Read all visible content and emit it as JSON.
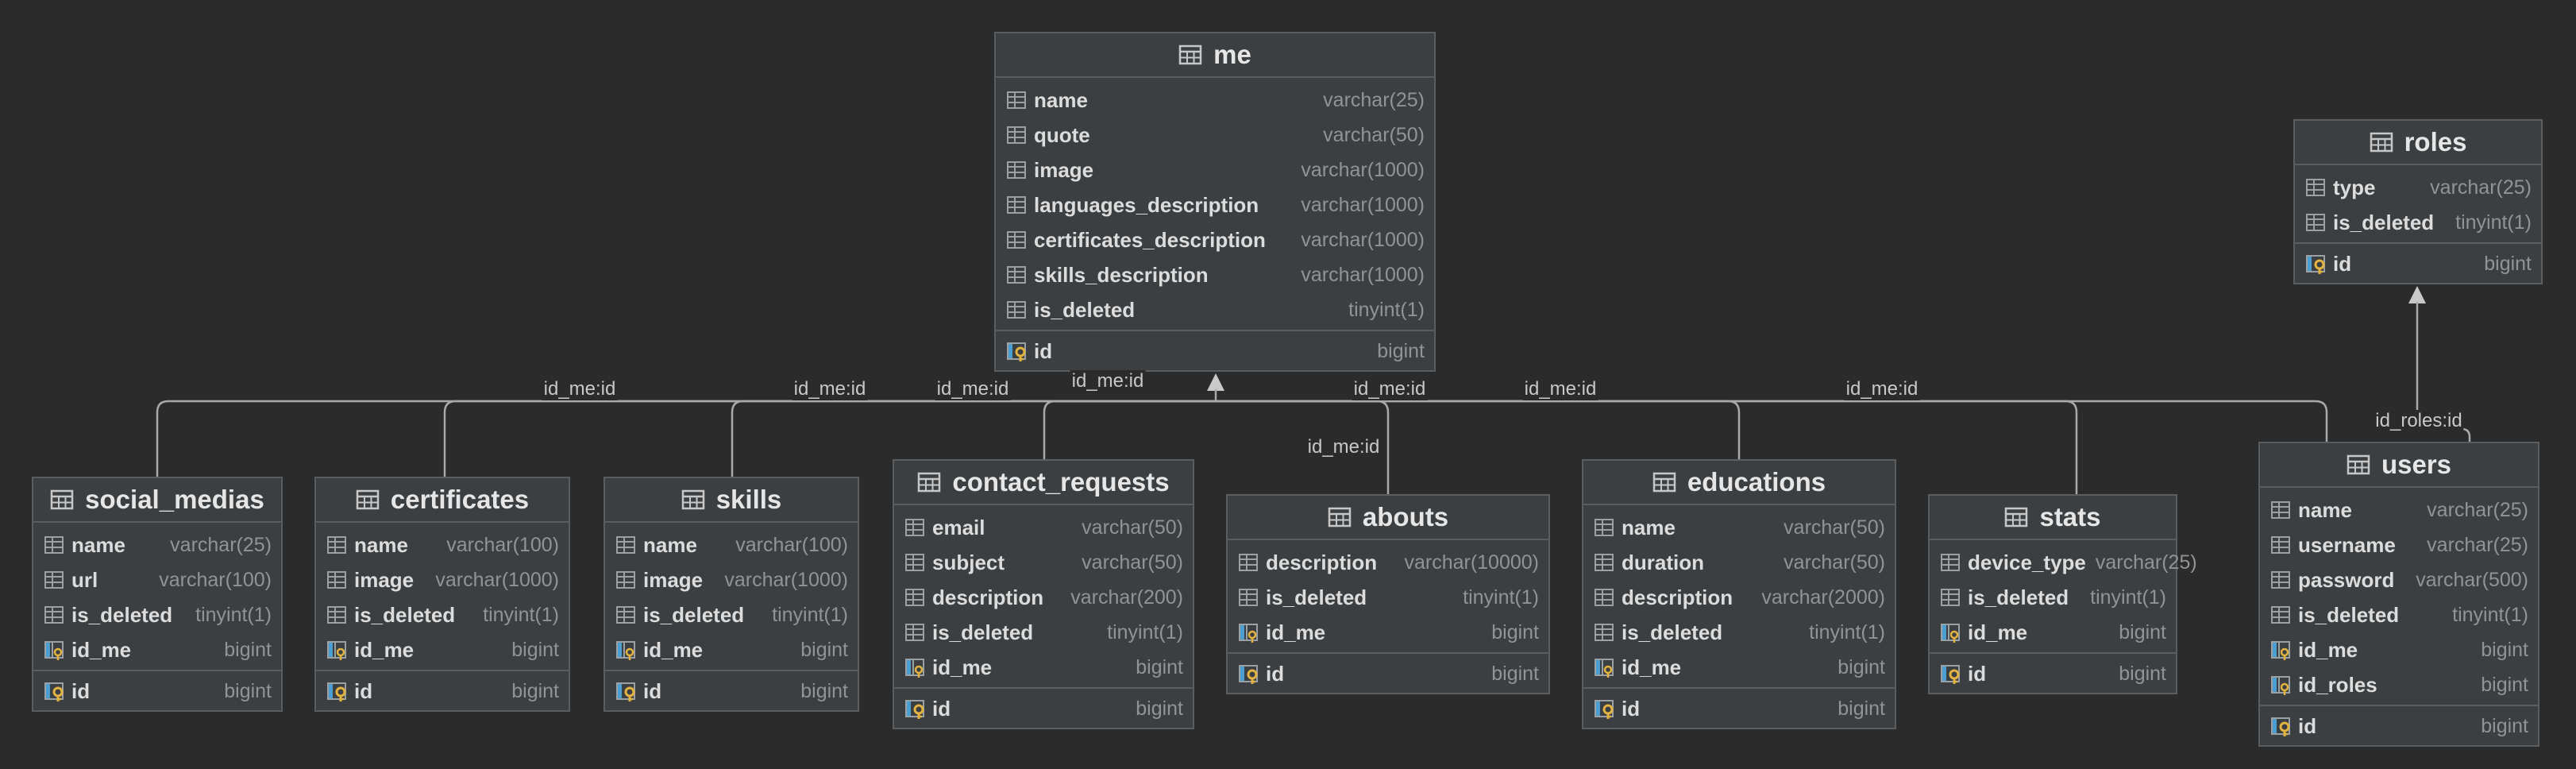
{
  "icons": {
    "table": "table-grid-icon",
    "column": "column-icon",
    "foreign_key": "foreign-key-column-icon",
    "primary_key": "primary-key-icon"
  },
  "colors": {
    "background": "#2b2b2b",
    "table_bg": "#3c3f41",
    "border": "#5a5e61",
    "key_blue": "#4a9fd0",
    "key_gold": "#e3b341",
    "line": "#a9a9a9"
  },
  "tables": [
    {
      "id": "me",
      "title": "me",
      "columns": [
        {
          "name": "name",
          "type": "varchar(25)",
          "kind": "col"
        },
        {
          "name": "quote",
          "type": "varchar(50)",
          "kind": "col"
        },
        {
          "name": "image",
          "type": "varchar(1000)",
          "kind": "col"
        },
        {
          "name": "languages_description",
          "type": "varchar(1000)",
          "kind": "col"
        },
        {
          "name": "certificates_description",
          "type": "varchar(1000)",
          "kind": "col"
        },
        {
          "name": "skills_description",
          "type": "varchar(1000)",
          "kind": "col"
        },
        {
          "name": "is_deleted",
          "type": "tinyint(1)",
          "kind": "col"
        }
      ],
      "keys": [
        {
          "name": "id",
          "type": "bigint",
          "kind": "pk"
        }
      ]
    },
    {
      "id": "roles",
      "title": "roles",
      "columns": [
        {
          "name": "type",
          "type": "varchar(25)",
          "kind": "col"
        },
        {
          "name": "is_deleted",
          "type": "tinyint(1)",
          "kind": "col"
        }
      ],
      "keys": [
        {
          "name": "id",
          "type": "bigint",
          "kind": "pk"
        }
      ]
    },
    {
      "id": "social_medias",
      "title": "social_medias",
      "columns": [
        {
          "name": "name",
          "type": "varchar(25)",
          "kind": "col"
        },
        {
          "name": "url",
          "type": "varchar(100)",
          "kind": "col"
        },
        {
          "name": "is_deleted",
          "type": "tinyint(1)",
          "kind": "col"
        },
        {
          "name": "id_me",
          "type": "bigint",
          "kind": "fk"
        }
      ],
      "keys": [
        {
          "name": "id",
          "type": "bigint",
          "kind": "pk"
        }
      ]
    },
    {
      "id": "certificates",
      "title": "certificates",
      "columns": [
        {
          "name": "name",
          "type": "varchar(100)",
          "kind": "col"
        },
        {
          "name": "image",
          "type": "varchar(1000)",
          "kind": "col"
        },
        {
          "name": "is_deleted",
          "type": "tinyint(1)",
          "kind": "col"
        },
        {
          "name": "id_me",
          "type": "bigint",
          "kind": "fk"
        }
      ],
      "keys": [
        {
          "name": "id",
          "type": "bigint",
          "kind": "pk"
        }
      ]
    },
    {
      "id": "skills",
      "title": "skills",
      "columns": [
        {
          "name": "name",
          "type": "varchar(100)",
          "kind": "col"
        },
        {
          "name": "image",
          "type": "varchar(1000)",
          "kind": "col"
        },
        {
          "name": "is_deleted",
          "type": "tinyint(1)",
          "kind": "col"
        },
        {
          "name": "id_me",
          "type": "bigint",
          "kind": "fk"
        }
      ],
      "keys": [
        {
          "name": "id",
          "type": "bigint",
          "kind": "pk"
        }
      ]
    },
    {
      "id": "contact_requests",
      "title": "contact_requests",
      "columns": [
        {
          "name": "email",
          "type": "varchar(50)",
          "kind": "col"
        },
        {
          "name": "subject",
          "type": "varchar(50)",
          "kind": "col"
        },
        {
          "name": "description",
          "type": "varchar(200)",
          "kind": "col"
        },
        {
          "name": "is_deleted",
          "type": "tinyint(1)",
          "kind": "col"
        },
        {
          "name": "id_me",
          "type": "bigint",
          "kind": "fk"
        }
      ],
      "keys": [
        {
          "name": "id",
          "type": "bigint",
          "kind": "pk"
        }
      ]
    },
    {
      "id": "abouts",
      "title": "abouts",
      "columns": [
        {
          "name": "description",
          "type": "varchar(10000)",
          "kind": "col"
        },
        {
          "name": "is_deleted",
          "type": "tinyint(1)",
          "kind": "col"
        },
        {
          "name": "id_me",
          "type": "bigint",
          "kind": "fk"
        }
      ],
      "keys": [
        {
          "name": "id",
          "type": "bigint",
          "kind": "pk"
        }
      ]
    },
    {
      "id": "educations",
      "title": "educations",
      "columns": [
        {
          "name": "name",
          "type": "varchar(50)",
          "kind": "col"
        },
        {
          "name": "duration",
          "type": "varchar(50)",
          "kind": "col"
        },
        {
          "name": "description",
          "type": "varchar(2000)",
          "kind": "col"
        },
        {
          "name": "is_deleted",
          "type": "tinyint(1)",
          "kind": "col"
        },
        {
          "name": "id_me",
          "type": "bigint",
          "kind": "fk"
        }
      ],
      "keys": [
        {
          "name": "id",
          "type": "bigint",
          "kind": "pk"
        }
      ]
    },
    {
      "id": "stats",
      "title": "stats",
      "columns": [
        {
          "name": "device_type",
          "type": "varchar(25)",
          "kind": "col"
        },
        {
          "name": "is_deleted",
          "type": "tinyint(1)",
          "kind": "col"
        },
        {
          "name": "id_me",
          "type": "bigint",
          "kind": "fk"
        }
      ],
      "keys": [
        {
          "name": "id",
          "type": "bigint",
          "kind": "pk"
        }
      ]
    },
    {
      "id": "users",
      "title": "users",
      "columns": [
        {
          "name": "name",
          "type": "varchar(25)",
          "kind": "col"
        },
        {
          "name": "username",
          "type": "varchar(25)",
          "kind": "col"
        },
        {
          "name": "password",
          "type": "varchar(500)",
          "kind": "col"
        },
        {
          "name": "is_deleted",
          "type": "tinyint(1)",
          "kind": "col"
        },
        {
          "name": "id_me",
          "type": "bigint",
          "kind": "fk"
        },
        {
          "name": "id_roles",
          "type": "bigint",
          "kind": "fk"
        }
      ],
      "keys": [
        {
          "name": "id",
          "type": "bigint",
          "kind": "pk"
        }
      ]
    }
  ],
  "relations": [
    {
      "from": "social_medias",
      "to": "me",
      "label": "id_me:id"
    },
    {
      "from": "certificates",
      "to": "me",
      "label": "id_me:id"
    },
    {
      "from": "skills",
      "to": "me",
      "label": "id_me:id"
    },
    {
      "from": "contact_requests",
      "to": "me",
      "label": "id_me:id"
    },
    {
      "from": "abouts",
      "to": "me",
      "label": "id_me:id"
    },
    {
      "from": "abouts",
      "to": "me",
      "label": "id_me:id"
    },
    {
      "from": "educations",
      "to": "me",
      "label": "id_me:id"
    },
    {
      "from": "stats",
      "to": "me",
      "label": "id_me:id"
    },
    {
      "from": "users",
      "to": "roles",
      "label": "id_roles:id"
    }
  ]
}
